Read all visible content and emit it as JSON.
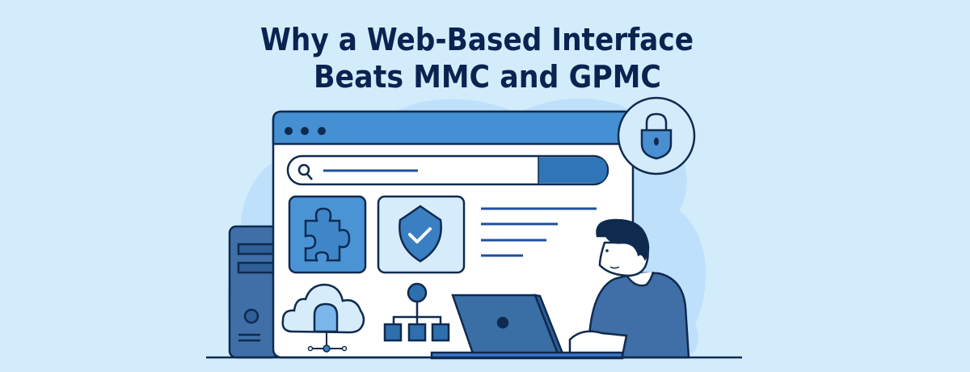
{
  "title": {
    "line1": "Why a Web-Based Interface",
    "line2": "Beats MMC and GPMC"
  },
  "colors": {
    "background": "#d3ecfc",
    "title": "#0b2350",
    "accent": "#4490d3",
    "dark_blue": "#2f6fae",
    "outline": "#0f2a4f"
  },
  "icons": [
    "search-icon",
    "puzzle-icon",
    "shield-check-icon",
    "cloud-upload-icon",
    "hierarchy-icon",
    "lock-icon",
    "server-icon",
    "laptop-icon",
    "person-illustration"
  ]
}
